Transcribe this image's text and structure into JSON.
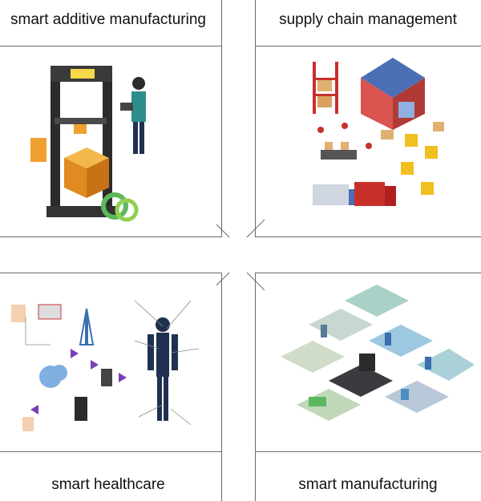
{
  "quadrants": {
    "top_left": {
      "label": "smart additive manufacturing",
      "icon": "3d-printer-illustration"
    },
    "top_right": {
      "label": "supply chain management",
      "icon": "warehouse-logistics-illustration"
    },
    "bottom_left": {
      "label": "smart healthcare",
      "icon": "body-sensor-network-illustration"
    },
    "bottom_right": {
      "label": "smart manufacturing",
      "icon": "isometric-factory-illustration"
    }
  },
  "colors": {
    "divider": "#6b6b6b",
    "orange": "#f0a030",
    "blue": "#3a6fb0",
    "dark": "#2b2b2b",
    "green": "#5cb85c"
  }
}
